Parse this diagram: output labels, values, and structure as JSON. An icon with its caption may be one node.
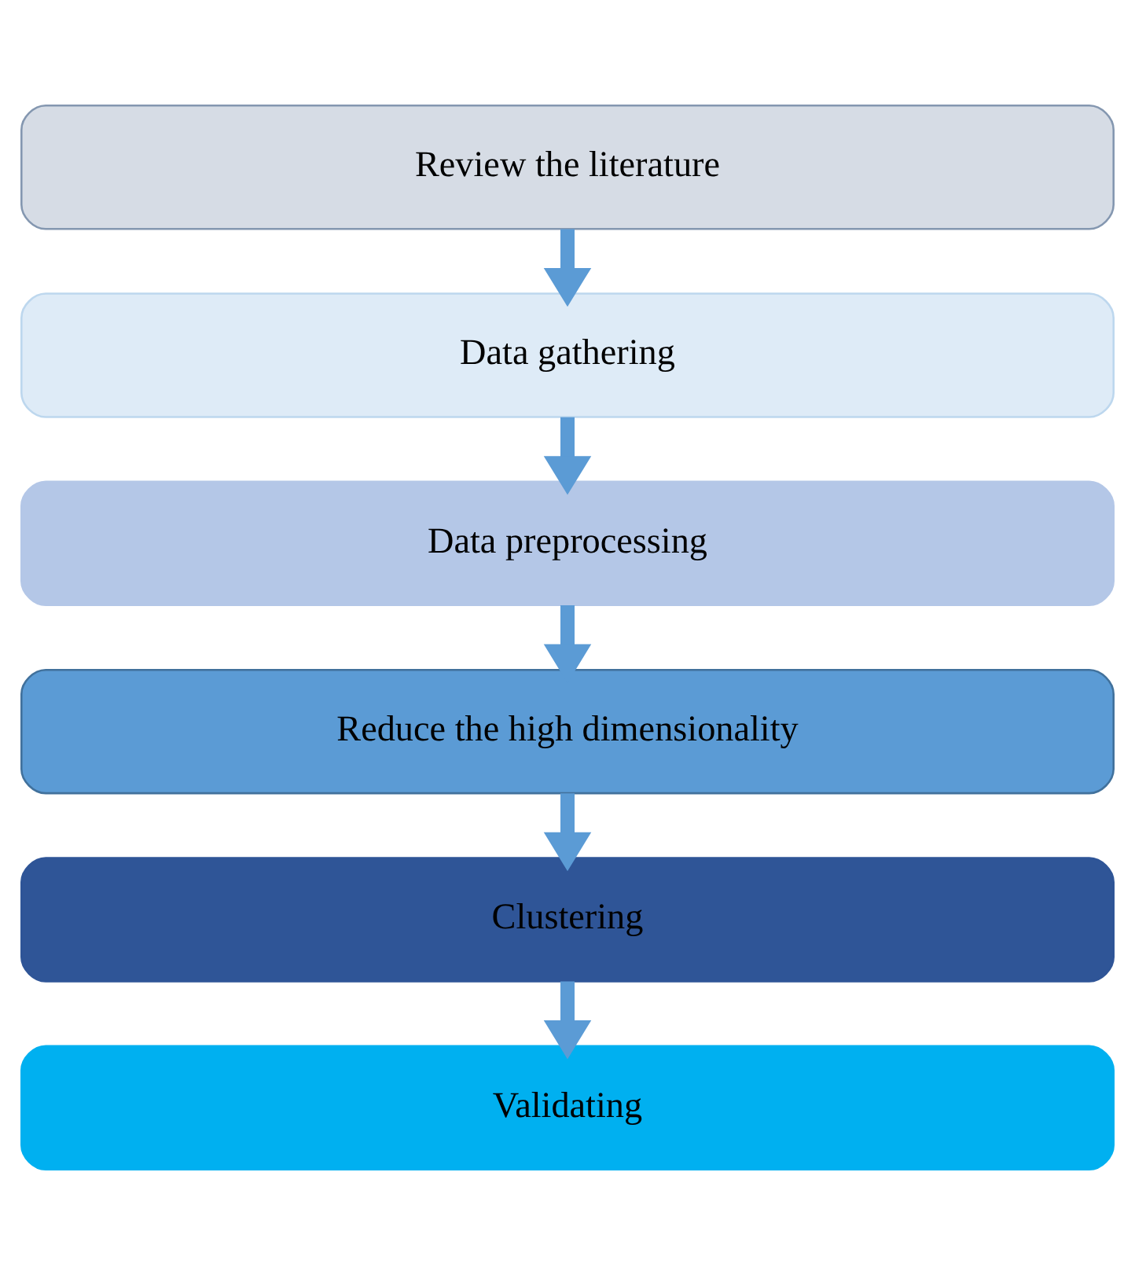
{
  "diagram": {
    "nodes": [
      {
        "text": [
          "Review the literature"
        ]
      },
      {
        "text": [
          "Data gathering"
        ]
      },
      {
        "text": [
          "Data preprocessing"
        ]
      },
      {
        "text": [
          "Reduce the high dimensionality"
        ]
      },
      {
        "text": [
          "Clustering"
        ]
      },
      {
        "text": [
          "Validating"
        ]
      }
    ],
    "edges": [
      {
        "from": 0,
        "to": 1,
        "arrow": "to"
      },
      {
        "from": 1,
        "to": 2,
        "arrow": "to"
      },
      {
        "from": 2,
        "to": 3,
        "arrow": "to"
      },
      {
        "from": 3,
        "to": 4,
        "arrow": "to"
      },
      {
        "from": 4,
        "to": 5,
        "arrow": "to"
      }
    ]
  }
}
